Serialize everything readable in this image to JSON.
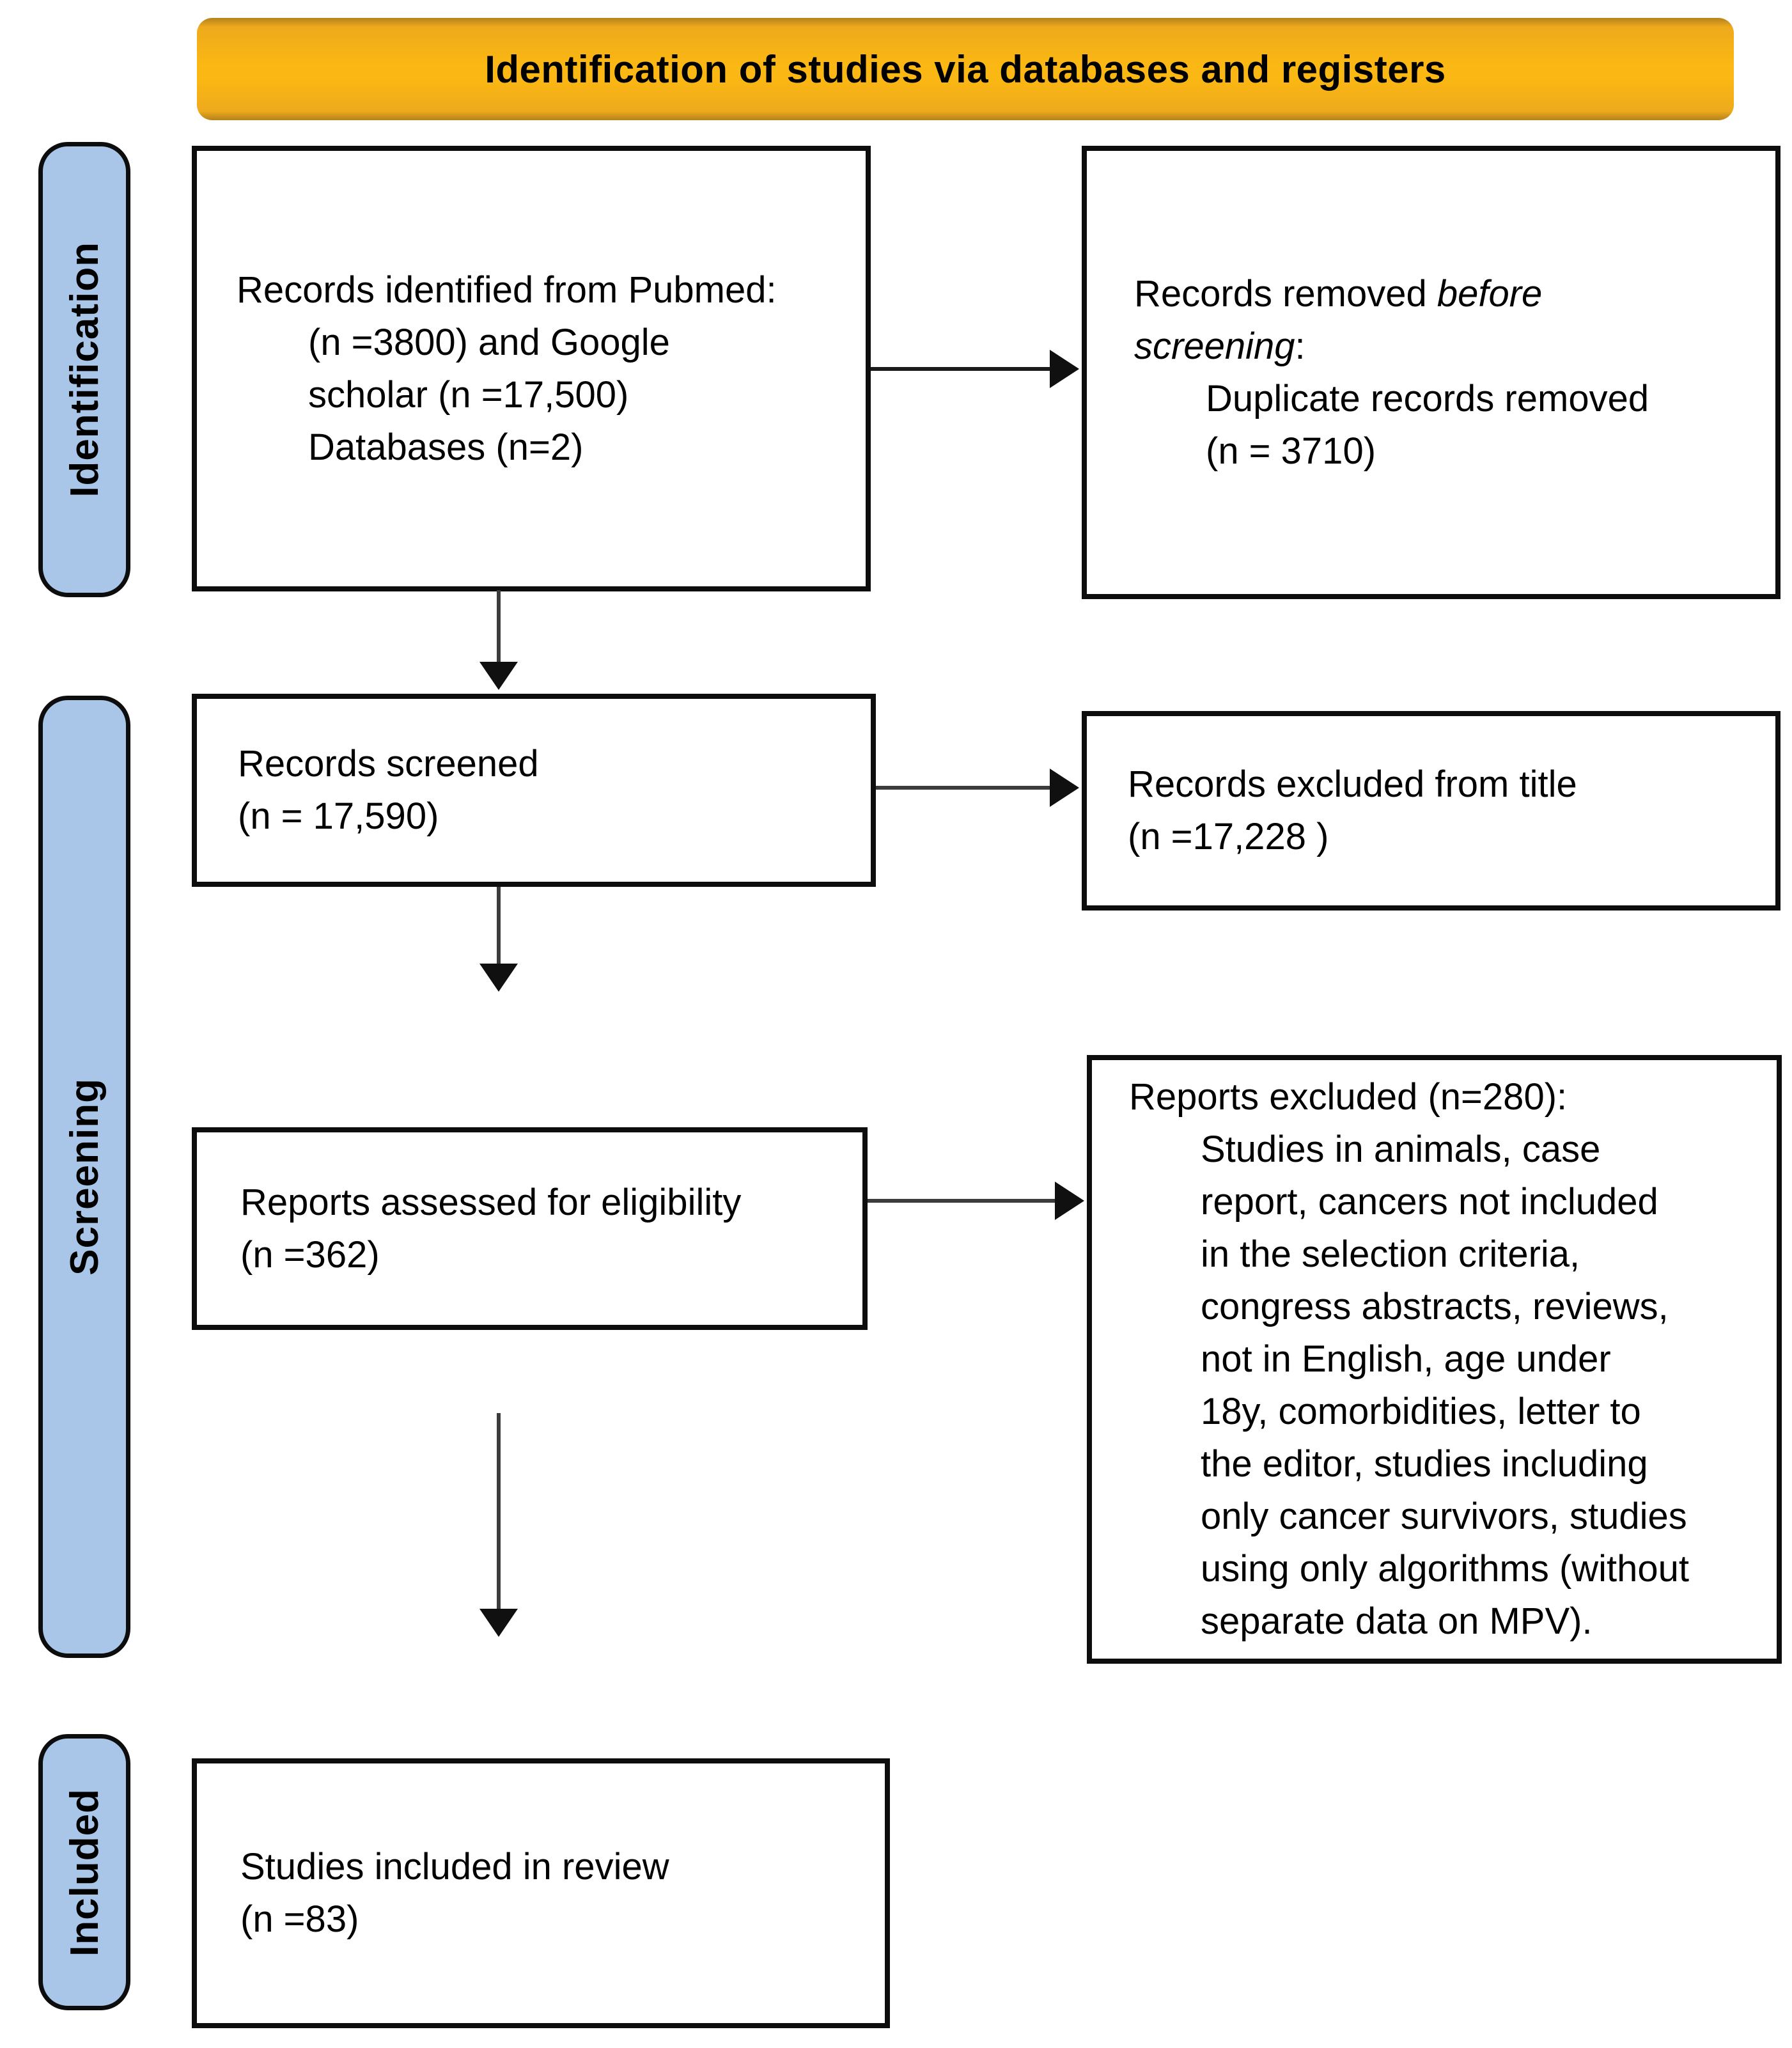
{
  "banner": {
    "title": "Identification of studies via databases and registers"
  },
  "stages": {
    "identification": "Identification",
    "screening": "Screening",
    "included": "Included"
  },
  "boxes": {
    "identified": {
      "lines": [
        "Records identified from Pubmed:",
        "(n =3800) and Google",
        "scholar (n =17,500)",
        "Databases (n=2)"
      ]
    },
    "removed": {
      "line1_text": "Records removed ",
      "line1_italic": "before",
      "line2_italic": "screening",
      "line2_text": ":",
      "indented": [
        "Duplicate records removed",
        "(n = 3710)"
      ]
    },
    "screened": {
      "lines": [
        "Records screened",
        "(n = 17,590)"
      ]
    },
    "excluded_title": {
      "lines": [
        "Records excluded from title",
        "(n =17,228 )"
      ]
    },
    "assessed": {
      "lines": [
        "Reports assessed for eligibility",
        "(n =362)"
      ]
    },
    "reports_excluded": {
      "lines": [
        "Reports excluded (n=280):",
        "Studies in animals, case",
        "report, cancers not included",
        "in the selection criteria,",
        "congress abstracts, reviews,",
        "not in English, age under",
        "18y, comorbidities, letter to",
        "the editor, studies including",
        "only cancer survivors, studies",
        "using only algorithms (without",
        "separate data on MPV)."
      ]
    },
    "included": {
      "lines": [
        "Studies included in review",
        "(n =83)"
      ]
    }
  },
  "colors": {
    "banner_fill": "#FBB713",
    "banner_edge": "#B5821C",
    "stage_fill": "#A9C6E8",
    "box_border": "#0D0D0D",
    "arrow": "#3C3C3C",
    "arrow_head": "#101010"
  }
}
